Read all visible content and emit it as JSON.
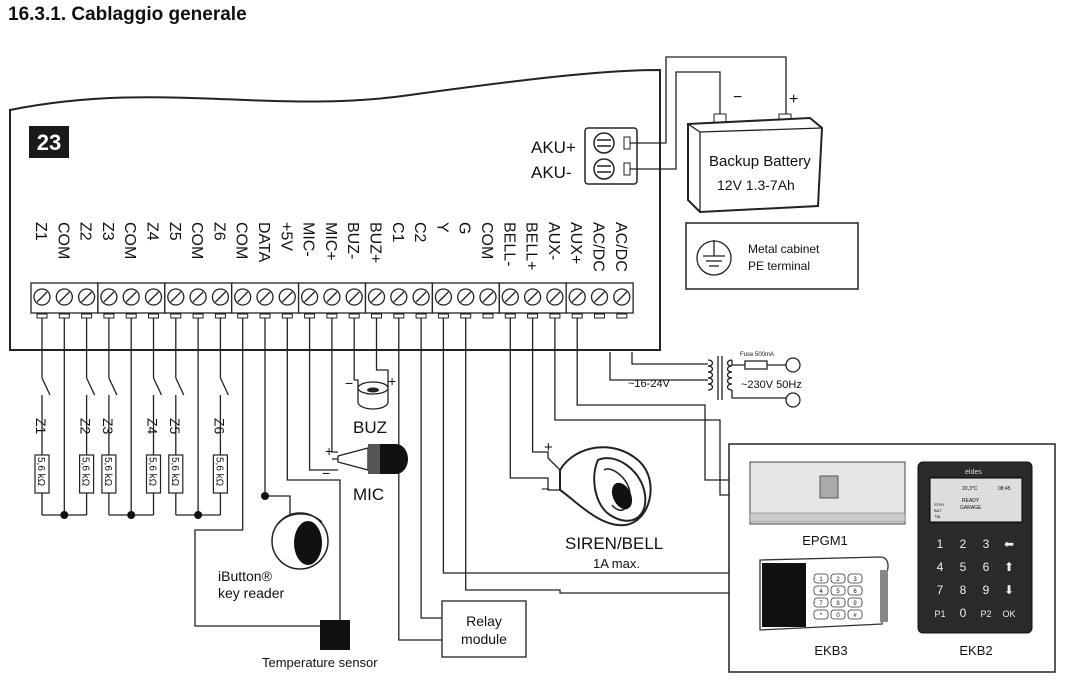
{
  "header": {
    "title": "16.3.1.   Cablaggio generale"
  },
  "panel": {
    "badge": "23"
  },
  "terminals": [
    "Z1",
    "COM",
    "Z2",
    "Z3",
    "COM",
    "Z4",
    "Z5",
    "COM",
    "Z6",
    "COM",
    "DATA",
    "+5V",
    "MIC-",
    "MIC+",
    "BUZ-",
    "BUZ+",
    "C1",
    "C2",
    "Y",
    "G",
    "COM",
    "BELL-",
    "BELL+",
    "AUX-",
    "AUX+",
    "AC/DC",
    "AC/DC"
  ],
  "aku": {
    "plus": "AKU+",
    "minus": "AKU-"
  },
  "battery": {
    "line1": "Backup Battery",
    "line2": "12V 1.3-7Ah",
    "minus": "−",
    "plus": "+"
  },
  "cabinet": {
    "line1": "Metal cabinet",
    "line2": "PE terminal"
  },
  "transformer": {
    "secondary": "~16-24V",
    "primary": "~230V 50Hz",
    "fuse": "Fuse 500mA"
  },
  "zones": {
    "names": [
      "Z1",
      "Z2",
      "Z3",
      "Z4",
      "Z5",
      "Z6"
    ],
    "resistor": "5,6 kΩ"
  },
  "buz": {
    "label": "BUZ",
    "minus": "−",
    "plus": "+"
  },
  "mic": {
    "label": "MIC",
    "plus": "+",
    "minus": "−"
  },
  "siren": {
    "label": "SIREN/BELL",
    "sub": "1A max.",
    "plus": "+",
    "minus": "−"
  },
  "ibutton": {
    "line1": "iButton®",
    "line2": "key reader"
  },
  "temp": {
    "label": "Temperature sensor"
  },
  "relay": {
    "line1": "Relay",
    "line2": "module"
  },
  "modules": {
    "epgm1": "EPGM1",
    "ekb3": "EKB3",
    "ekb2": "EKB2",
    "ekb2_logo": "eldes",
    "ekb2_screen": {
      "top": "20,3°C",
      "time": "08:45",
      "status": "READY",
      "area": "GARAGE",
      "side": [
        "STBY",
        "BAT",
        "TBL"
      ]
    },
    "ekb2_keys": [
      "1",
      "2",
      "3",
      "⬅",
      "4",
      "5",
      "6",
      "⬆",
      "7",
      "8",
      "9",
      "⬇",
      "P1",
      "0",
      "P2",
      "OK"
    ],
    "ekb3_keys": [
      "1",
      "2",
      "3",
      "4",
      "5",
      "6",
      "7",
      "8",
      "9",
      "*",
      "0",
      "#"
    ]
  }
}
